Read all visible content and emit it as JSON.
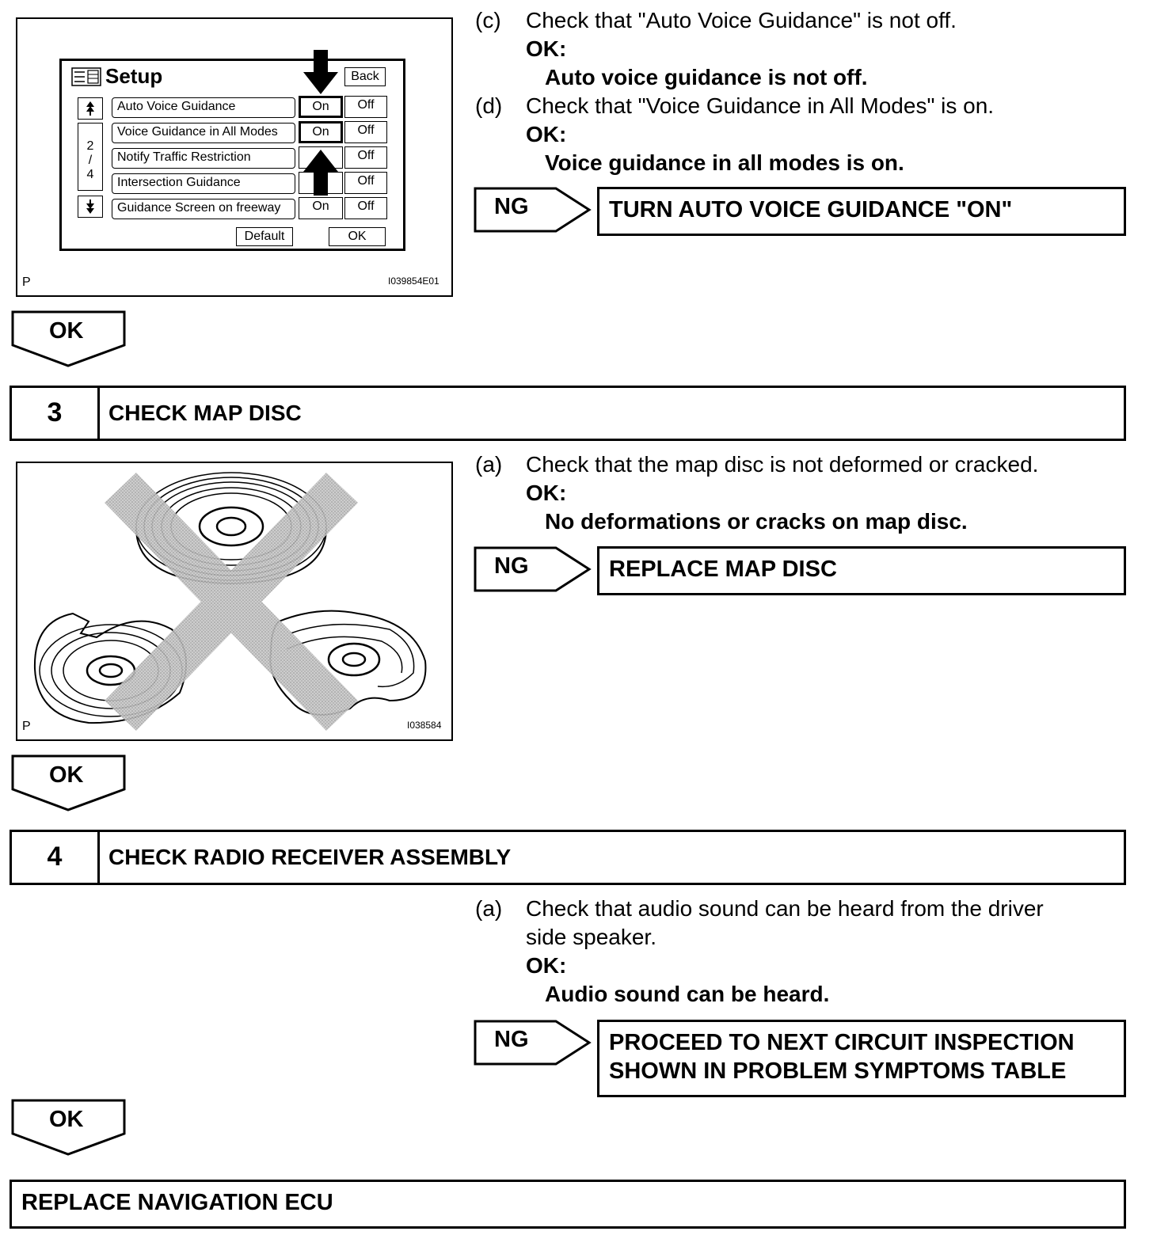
{
  "section2": {
    "figure": {
      "setup_title": "Setup",
      "back": "Back",
      "rows": [
        {
          "label": "Auto Voice Guidance",
          "on": "On",
          "off": "Off"
        },
        {
          "label": "Voice Guidance in All Modes",
          "on": "On",
          "off": "Off"
        },
        {
          "label": "Notify Traffic Restriction",
          "on": "",
          "off": "Off"
        },
        {
          "label": "Intersection Guidance",
          "on": "",
          "off": "Off"
        },
        {
          "label": "Guidance Screen on freeway",
          "on": "On",
          "off": "Off"
        }
      ],
      "page_top": "2",
      "page_sep": "/",
      "page_bottom": "4",
      "default": "Default",
      "ok": "OK",
      "corner_label": "P",
      "code": "I039854E01"
    },
    "c_label": "(c)",
    "c_text": "Check that \"Auto Voice Guidance\" is not off.",
    "c_ok": "OK:",
    "c_result": "Auto voice guidance is not off.",
    "d_label": "(d)",
    "d_text": "Check that \"Voice Guidance in All Modes\" is on.",
    "d_ok": "OK:",
    "d_result": "Voice guidance in all modes is on.",
    "ng": "NG",
    "ng_action": "TURN AUTO VOICE GUIDANCE \"ON\"",
    "ok_flag": "OK"
  },
  "section3": {
    "number": "3",
    "title": "CHECK MAP DISC",
    "figure": {
      "corner_label": "P",
      "code": "I038584"
    },
    "a_label": "(a)",
    "a_text": "Check that the map disc is not deformed or cracked.",
    "a_ok": "OK:",
    "a_result": "No deformations or cracks on map disc.",
    "ng": "NG",
    "ng_action": "REPLACE MAP DISC",
    "ok_flag": "OK"
  },
  "section4": {
    "number": "4",
    "title": "CHECK RADIO RECEIVER ASSEMBLY",
    "a_label": "(a)",
    "a_text_1": "Check that audio sound can be heard from the driver",
    "a_text_2": "side speaker.",
    "a_ok": "OK:",
    "a_result": "Audio sound can be heard.",
    "ng": "NG",
    "ng_action_1": "PROCEED TO NEXT CIRCUIT INSPECTION",
    "ng_action_2": "SHOWN IN PROBLEM SYMPTOMS TABLE",
    "ok_flag": "OK"
  },
  "final": {
    "action": "REPLACE NAVIGATION ECU"
  }
}
